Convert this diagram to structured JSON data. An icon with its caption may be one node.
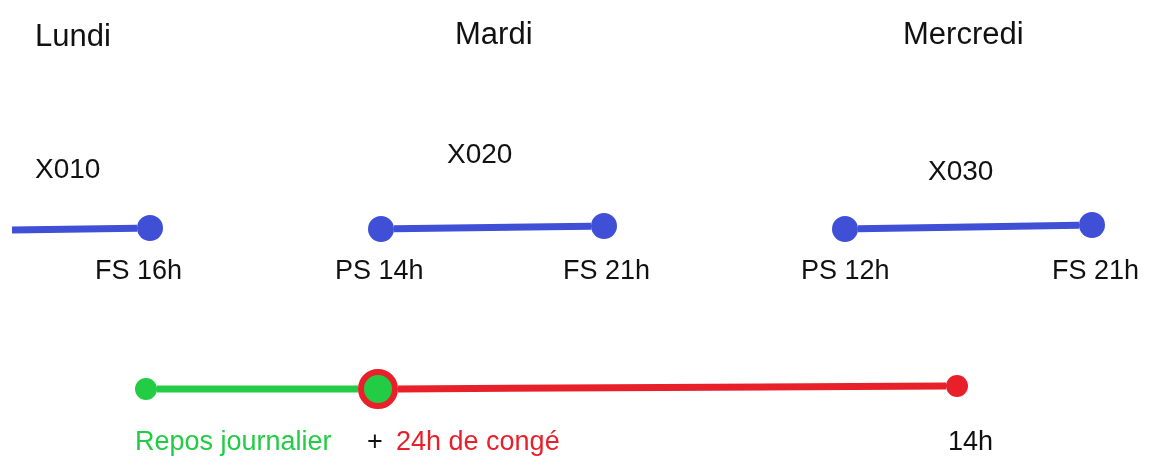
{
  "diagram": {
    "nodes": [
      {
        "text": [],
        "shape": "circle",
        "beside": [
          "FS 16h"
        ]
      },
      {
        "text": [],
        "shape": "circle",
        "beside": [
          "PS 14h"
        ]
      },
      {
        "text": [],
        "shape": "circle",
        "beside": [
          "FS 21h"
        ]
      },
      {
        "text": [],
        "shape": "circle",
        "beside": [
          "PS 12h"
        ]
      },
      {
        "text": [],
        "shape": "circle",
        "beside": [
          "FS 21h"
        ]
      },
      {
        "text": [],
        "shape": "circle"
      },
      {
        "text": [],
        "shape": "circle"
      },
      {
        "text": [],
        "shape": "circle",
        "beside": [
          "14h"
        ]
      }
    ],
    "edges": [
      {
        "from": null,
        "to": 0,
        "arrow": "none"
      },
      {
        "from": 1,
        "to": 2,
        "arrow": "none"
      },
      {
        "from": 3,
        "to": 4,
        "arrow": "none"
      },
      {
        "from": 5,
        "to": 6,
        "arrow": "none",
        "color": "#22cc44"
      },
      {
        "from": 6,
        "to": 7,
        "arrow": "none",
        "color": "#e8202a"
      }
    ],
    "labels": [
      "Lundi",
      "Mardi",
      "Mercredi",
      "X010",
      "X020",
      "X030",
      "Repos journalier",
      "+",
      "24h de congé"
    ]
  }
}
